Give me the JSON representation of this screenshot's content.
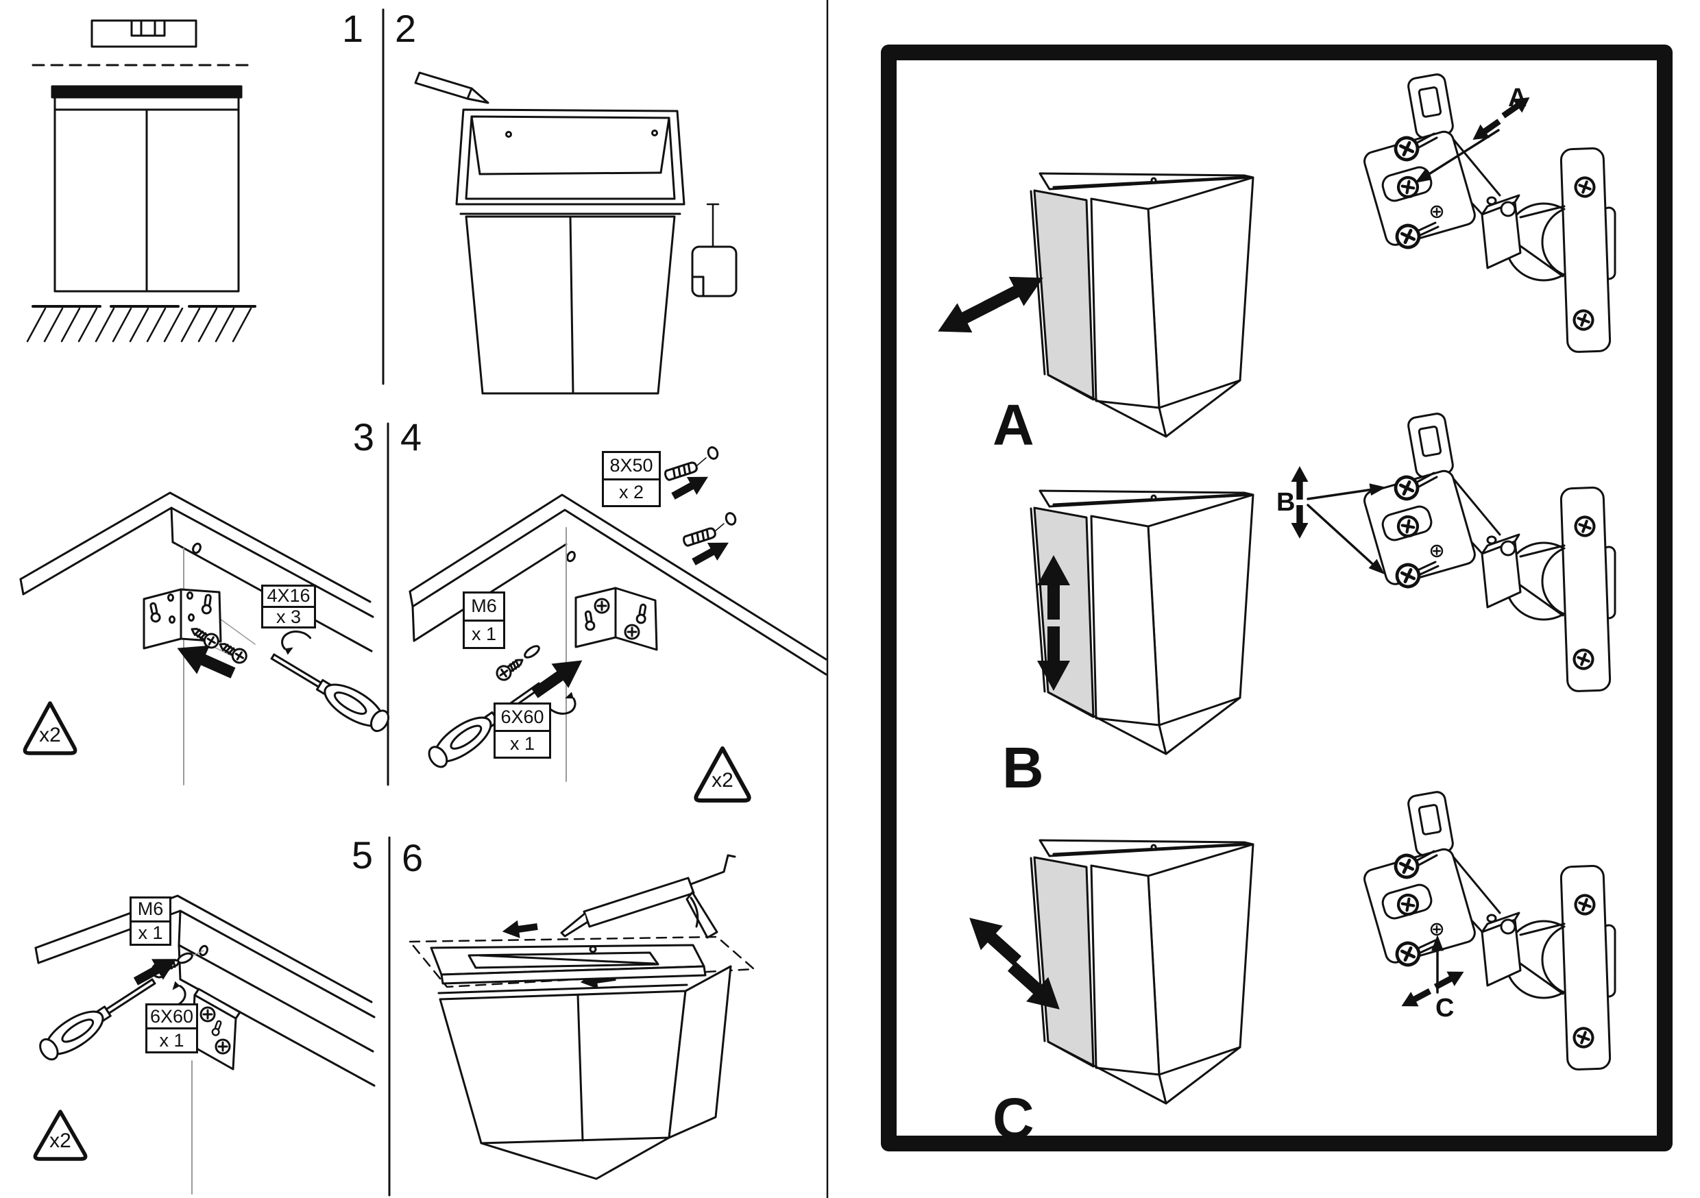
{
  "palette": {
    "background": "#ffffff",
    "line": "#111111",
    "door_highlight": "#d8d8d8",
    "guide_grey": "#9a9a9a"
  },
  "steps": {
    "s1": {
      "number": "1"
    },
    "s2": {
      "number": "2"
    },
    "s3": {
      "number": "3",
      "part_size": "4X16",
      "part_qty": "x 3",
      "repeat": "x2"
    },
    "s4": {
      "number": "4",
      "anchor_size": "8X50",
      "anchor_qty": "x 2",
      "bolt_size": "M6",
      "bolt_qty": "x 1",
      "screw_size": "6X60",
      "screw_qty": "x 1",
      "repeat": "x2"
    },
    "s5": {
      "number": "5",
      "bolt_size": "M6",
      "bolt_qty": "x 1",
      "screw_size": "6X60",
      "screw_qty": "x 1",
      "repeat": "x2"
    },
    "s6": {
      "number": "6"
    }
  },
  "panel": {
    "a_letter": "A",
    "a_hinge_letter": "A",
    "b_letter": "B",
    "b_hinge_letter": "B",
    "c_letter": "C",
    "c_hinge_letter": "C"
  }
}
